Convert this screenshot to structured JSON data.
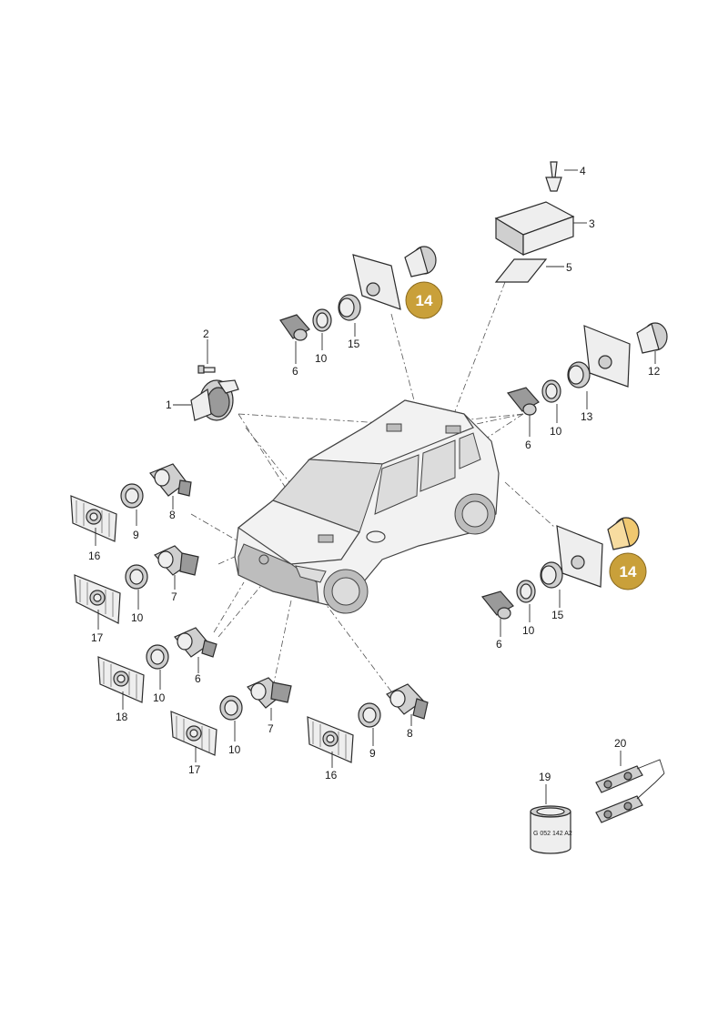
{
  "callouts": {
    "n1": "1",
    "n2": "2",
    "n3": "3",
    "n4": "4",
    "n5": "5",
    "n6a": "6",
    "n10a": "10",
    "n15a": "15",
    "n12": "12",
    "n6b": "6",
    "n10b": "10",
    "n13": "13",
    "n16a": "16",
    "n9a": "9",
    "n8a": "8",
    "n17a": "17",
    "n10c": "10",
    "n7a": "7",
    "n18": "18",
    "n10d": "10",
    "n6c": "6",
    "n17b": "17",
    "n10e": "10",
    "n7b": "7",
    "n16b": "16",
    "n9b": "9",
    "n8b": "8",
    "n6d": "6",
    "n10f": "10",
    "n15b": "15",
    "n19": "19",
    "n20": "20"
  },
  "badges": {
    "top": "14",
    "right": "14"
  },
  "label_19": "G 052 142 A2",
  "colors": {
    "badge": "#c9a03a",
    "highlight_part": "#f0c870"
  }
}
